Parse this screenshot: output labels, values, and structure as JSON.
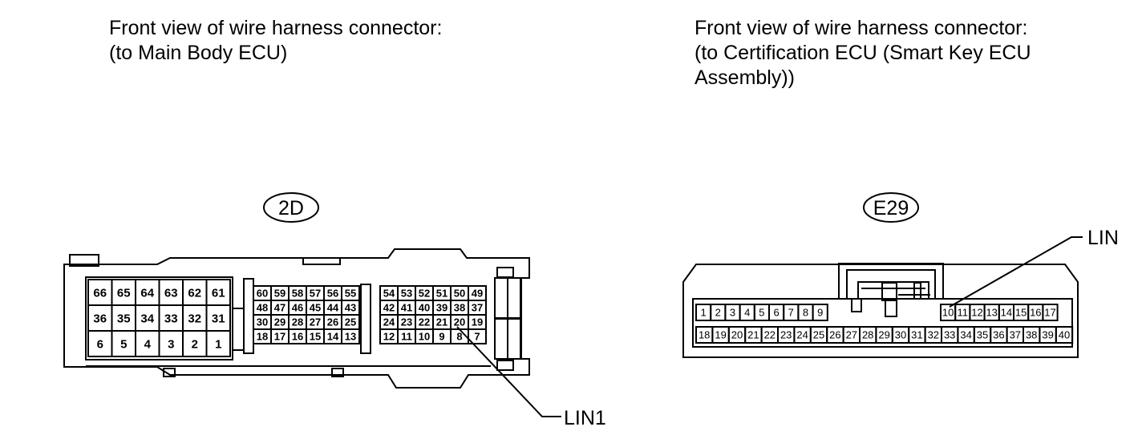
{
  "captions": {
    "left": [
      "Front view of wire harness connector:",
      "(to Main Body ECU)"
    ],
    "right": [
      "Front view of wire harness connector:",
      "(to Certification ECU (Smart Key ECU",
      "Assembly))"
    ]
  },
  "connectors": {
    "left": {
      "code": "2D",
      "signal_label": "LIN1"
    },
    "right": {
      "code": "E29",
      "signal_label": "LIN"
    }
  },
  "pins": {
    "left_block_a": [
      [
        "66",
        "65",
        "64",
        "63",
        "62",
        "61"
      ],
      [
        "36",
        "35",
        "34",
        "33",
        "32",
        "31"
      ],
      [
        "6",
        "5",
        "4",
        "3",
        "2",
        "1"
      ]
    ],
    "left_block_b": [
      [
        "60",
        "59",
        "58",
        "57",
        "56",
        "55"
      ],
      [
        "48",
        "47",
        "46",
        "45",
        "44",
        "43"
      ],
      [
        "30",
        "29",
        "28",
        "27",
        "26",
        "25"
      ],
      [
        "18",
        "17",
        "16",
        "15",
        "14",
        "13"
      ]
    ],
    "left_block_c": [
      [
        "54",
        "53",
        "52",
        "51",
        "50",
        "49"
      ],
      [
        "42",
        "41",
        "40",
        "39",
        "38",
        "37"
      ],
      [
        "24",
        "23",
        "22",
        "21",
        "20",
        "19"
      ],
      [
        "12",
        "11",
        "10",
        "9",
        "8",
        "7"
      ]
    ],
    "right_row1_left": [
      "1",
      "2",
      "3",
      "4",
      "5",
      "6",
      "7",
      "8",
      "9"
    ],
    "right_row1_right": [
      "10",
      "11",
      "12",
      "13",
      "14",
      "15",
      "16",
      "17"
    ],
    "right_row2": [
      "18",
      "19",
      "20",
      "21",
      "22",
      "23",
      "24",
      "25",
      "26",
      "27",
      "28",
      "29",
      "30",
      "31",
      "32",
      "33",
      "34",
      "35",
      "36",
      "37",
      "38",
      "39",
      "40"
    ]
  }
}
